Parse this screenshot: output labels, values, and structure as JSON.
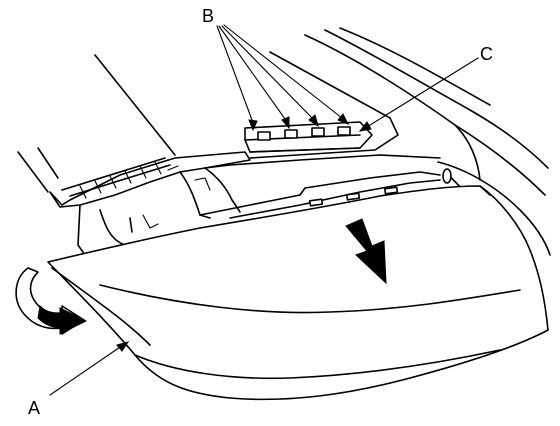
{
  "labels": {
    "A": "A",
    "B": "B",
    "C": "C"
  },
  "colors": {
    "line": "#000000",
    "background": "#ffffff"
  },
  "icons": {
    "removal_arrow": "down-arrow-icon",
    "rotation_arrow": "curved-arrow-icon"
  }
}
